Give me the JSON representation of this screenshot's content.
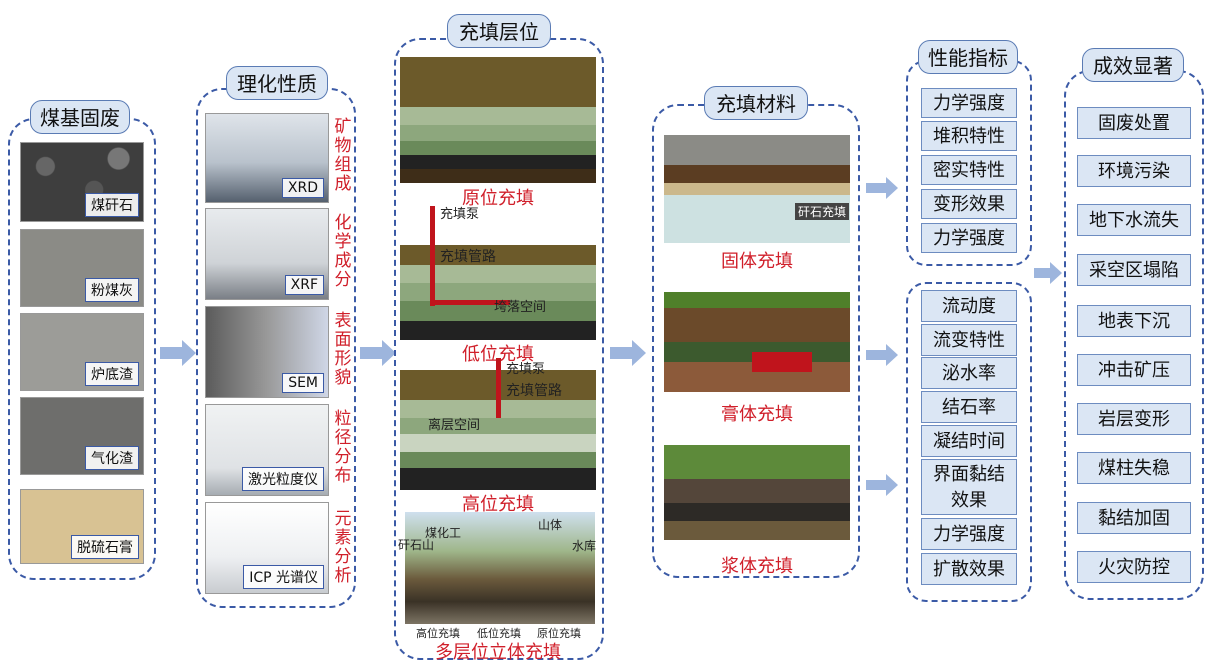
{
  "colors": {
    "frame": "#3b5aa6",
    "box_fill": "#dbe6f4",
    "red_text": "#d01f2a",
    "arrow": "#9db5dd"
  },
  "col1": {
    "title": "煤基固废",
    "items": [
      "煤矸石",
      "粉煤灰",
      "炉底渣",
      "气化渣",
      "脱硫石膏"
    ]
  },
  "col2": {
    "title": "理化性质",
    "instruments": [
      "XRD",
      "XRF",
      "SEM",
      "激光粒度仪",
      "ICP 光谱仪"
    ],
    "properties": [
      "矿物组成",
      "化学成分",
      "表面形貌",
      "粒径分布",
      "元素分析"
    ]
  },
  "col3": {
    "title": "充填层位",
    "captions": [
      "原位充填",
      "低位充填",
      "高位充填",
      "多层位立体充填"
    ],
    "pump_label": "充填泵",
    "pipe_label": "充填管路",
    "collapse_label": "垮落空间",
    "separation_label": "离层空间",
    "scene_labels": [
      "煤化工",
      "山体",
      "矸石山",
      "水库",
      "高位充填",
      "低位充填",
      "原位充填"
    ]
  },
  "col4": {
    "title": "充填材料",
    "materials": [
      "固体充填",
      "膏体充填",
      "浆体充填"
    ],
    "solid_tag": "矸石充填"
  },
  "col5a": {
    "title": "性能指标",
    "items": [
      "力学强度",
      "堆积特性",
      "密实特性",
      "变形效果",
      "力学强度"
    ]
  },
  "col5b": {
    "items": [
      "流动度",
      "流变特性",
      "泌水率",
      "结石率",
      "凝结时间",
      "界面黏结效果",
      "力学强度",
      "扩散效果"
    ]
  },
  "col6": {
    "title": "成效显著",
    "items": [
      "固废处置",
      "环境污染",
      "地下水流失",
      "采空区塌陷",
      "地表下沉",
      "冲击矿压",
      "岩层变形",
      "煤柱失稳",
      "黏结加固",
      "火灾防控"
    ]
  }
}
